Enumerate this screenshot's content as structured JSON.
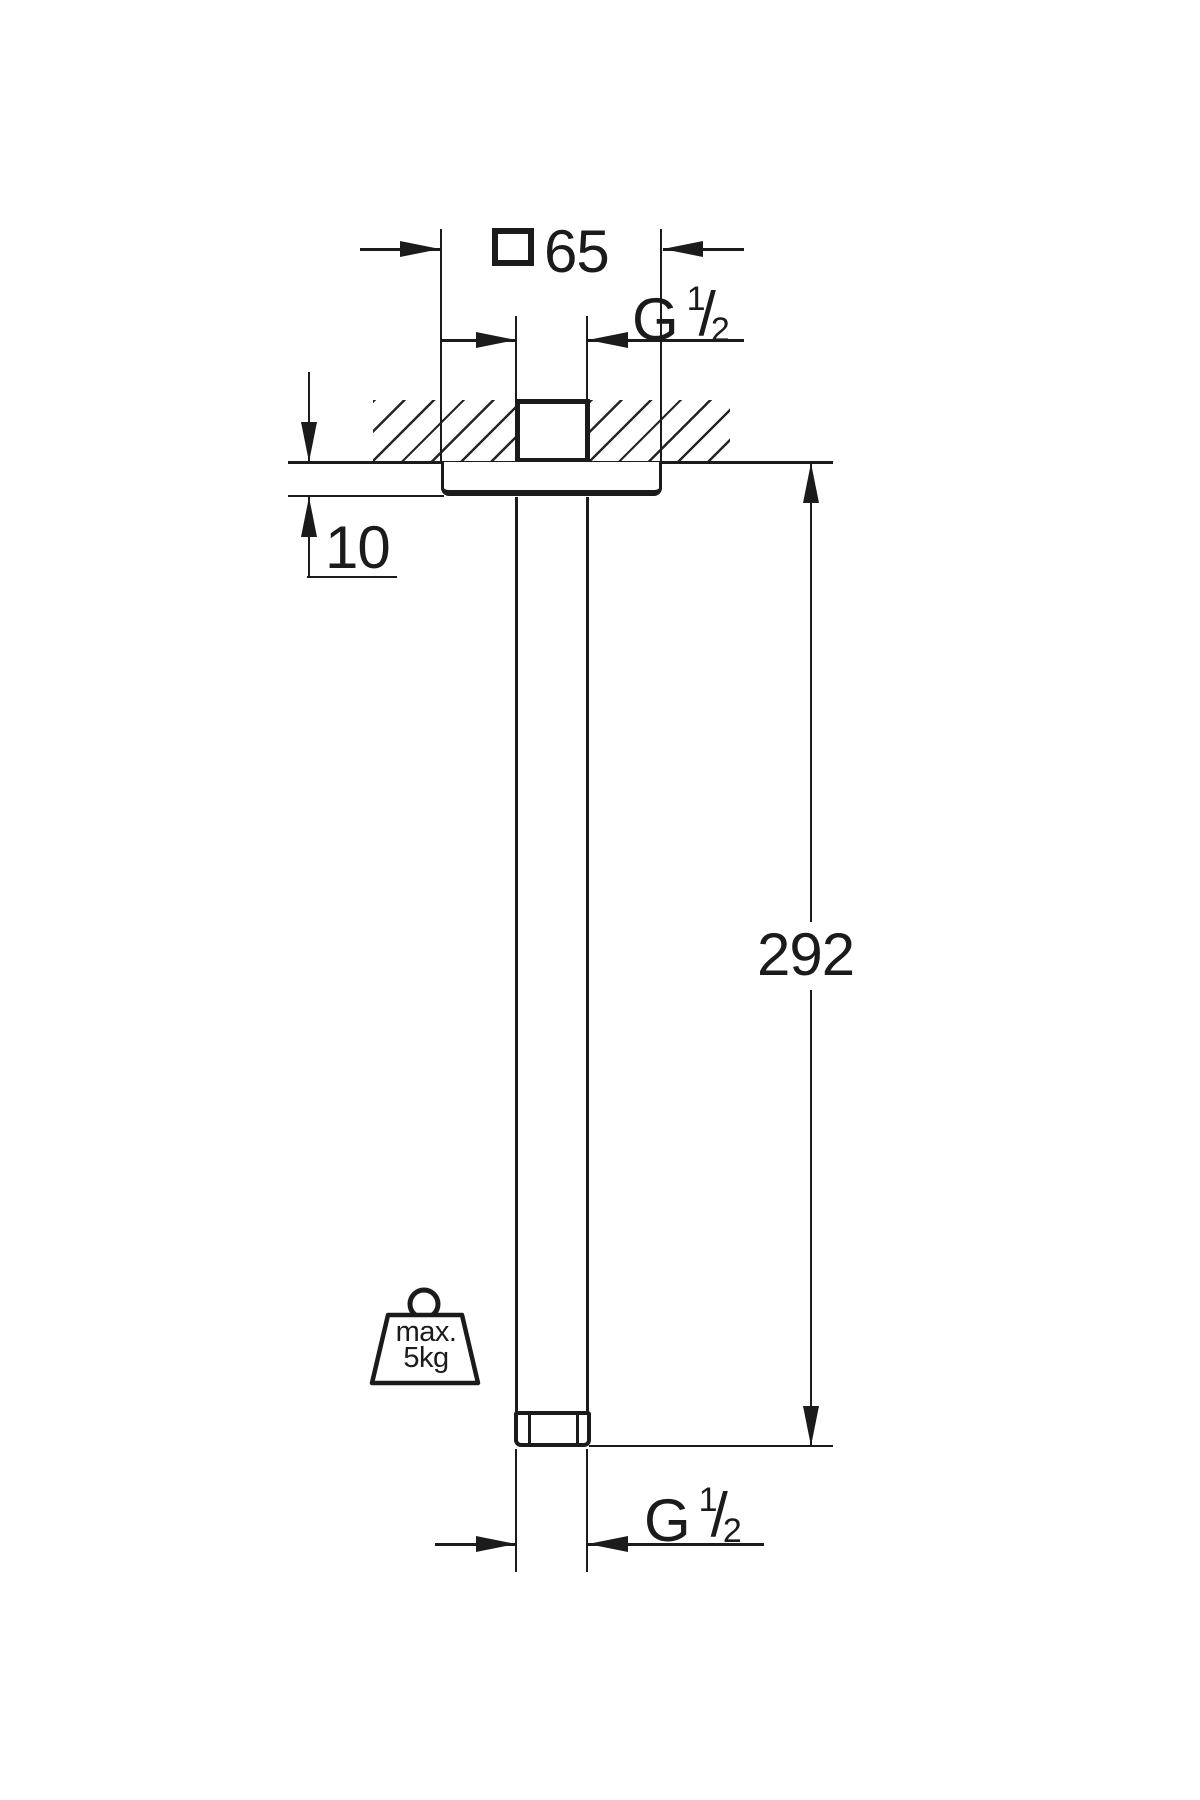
{
  "colors": {
    "ink": "#1b1b1b",
    "background": "#ffffff"
  },
  "dimensions": {
    "escutcheon_width": {
      "value": "65"
    },
    "escutcheon_depth": {
      "value": "10"
    },
    "arm_length": {
      "value": "292"
    }
  },
  "threads": {
    "top": {
      "letter": "G",
      "numerator": "1",
      "slash": "/",
      "denominator": "2"
    },
    "bottom": {
      "letter": "G",
      "numerator": "1",
      "slash": "/",
      "denominator": "2"
    }
  },
  "weight_limit": {
    "line1": "max.",
    "line2": "5kg"
  }
}
